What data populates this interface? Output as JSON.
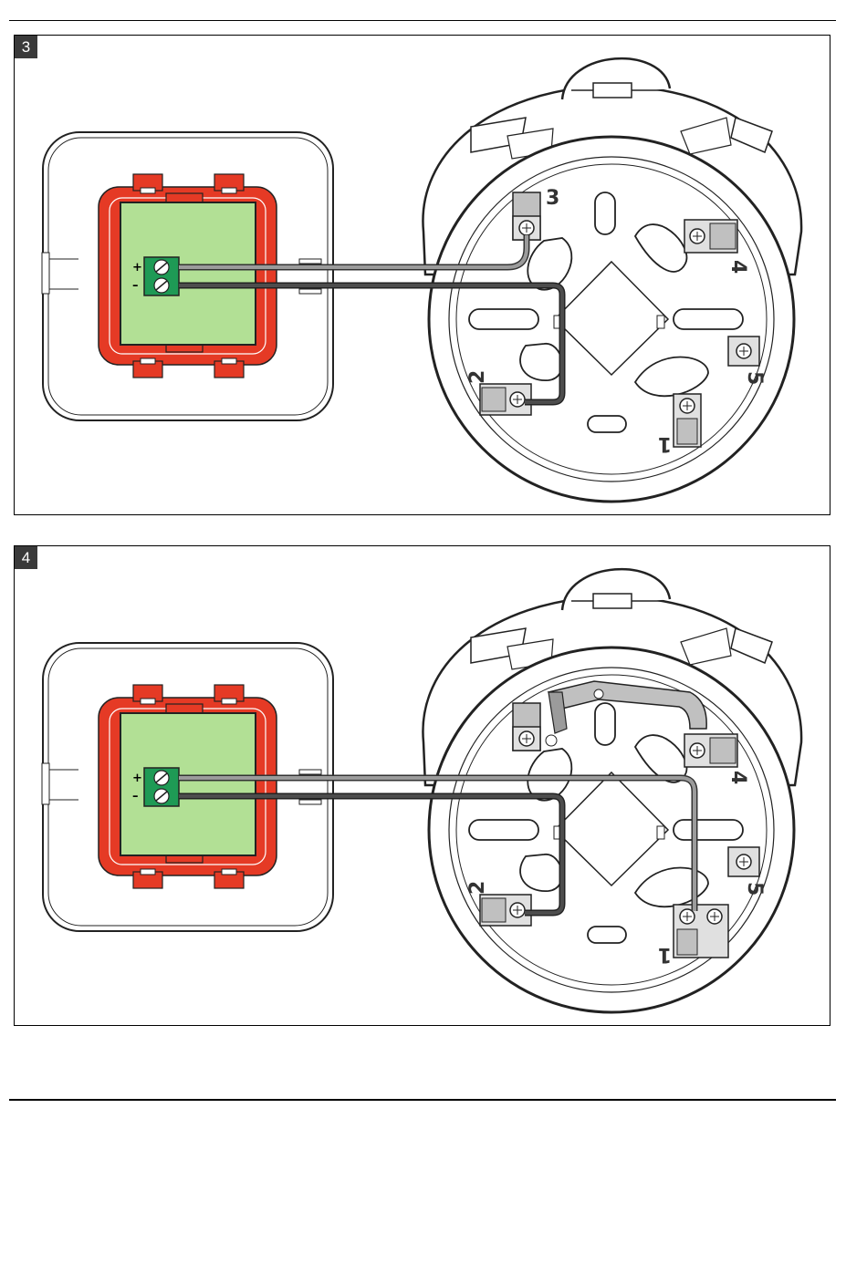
{
  "figures": [
    {
      "number": "3",
      "polarity": {
        "plus": "+",
        "minus": "–"
      },
      "terminals": {
        "t1": "1",
        "t2": "2",
        "t3": "3",
        "t4": "4",
        "t5": "5"
      },
      "wiring": "plus-to-3_minus-to-2",
      "jumper": false
    },
    {
      "number": "4",
      "polarity": {
        "plus": "+",
        "minus": "–"
      },
      "terminals": {
        "t1": "1",
        "t2": "2",
        "t4": "4",
        "t5": "5"
      },
      "wiring": "plus-to-1_minus-to-2",
      "jumper": true
    }
  ],
  "colors": {
    "housing_red": "#e53a25",
    "pcb_green": "#b2e095",
    "terminal_green": "#1e9a55",
    "wire_light": "#9b9b9b",
    "wire_dark": "#4d4d4d",
    "terminal_gray": "#c0c0c0"
  },
  "icons": [
    "screw-icon",
    "terminal-block-icon"
  ]
}
